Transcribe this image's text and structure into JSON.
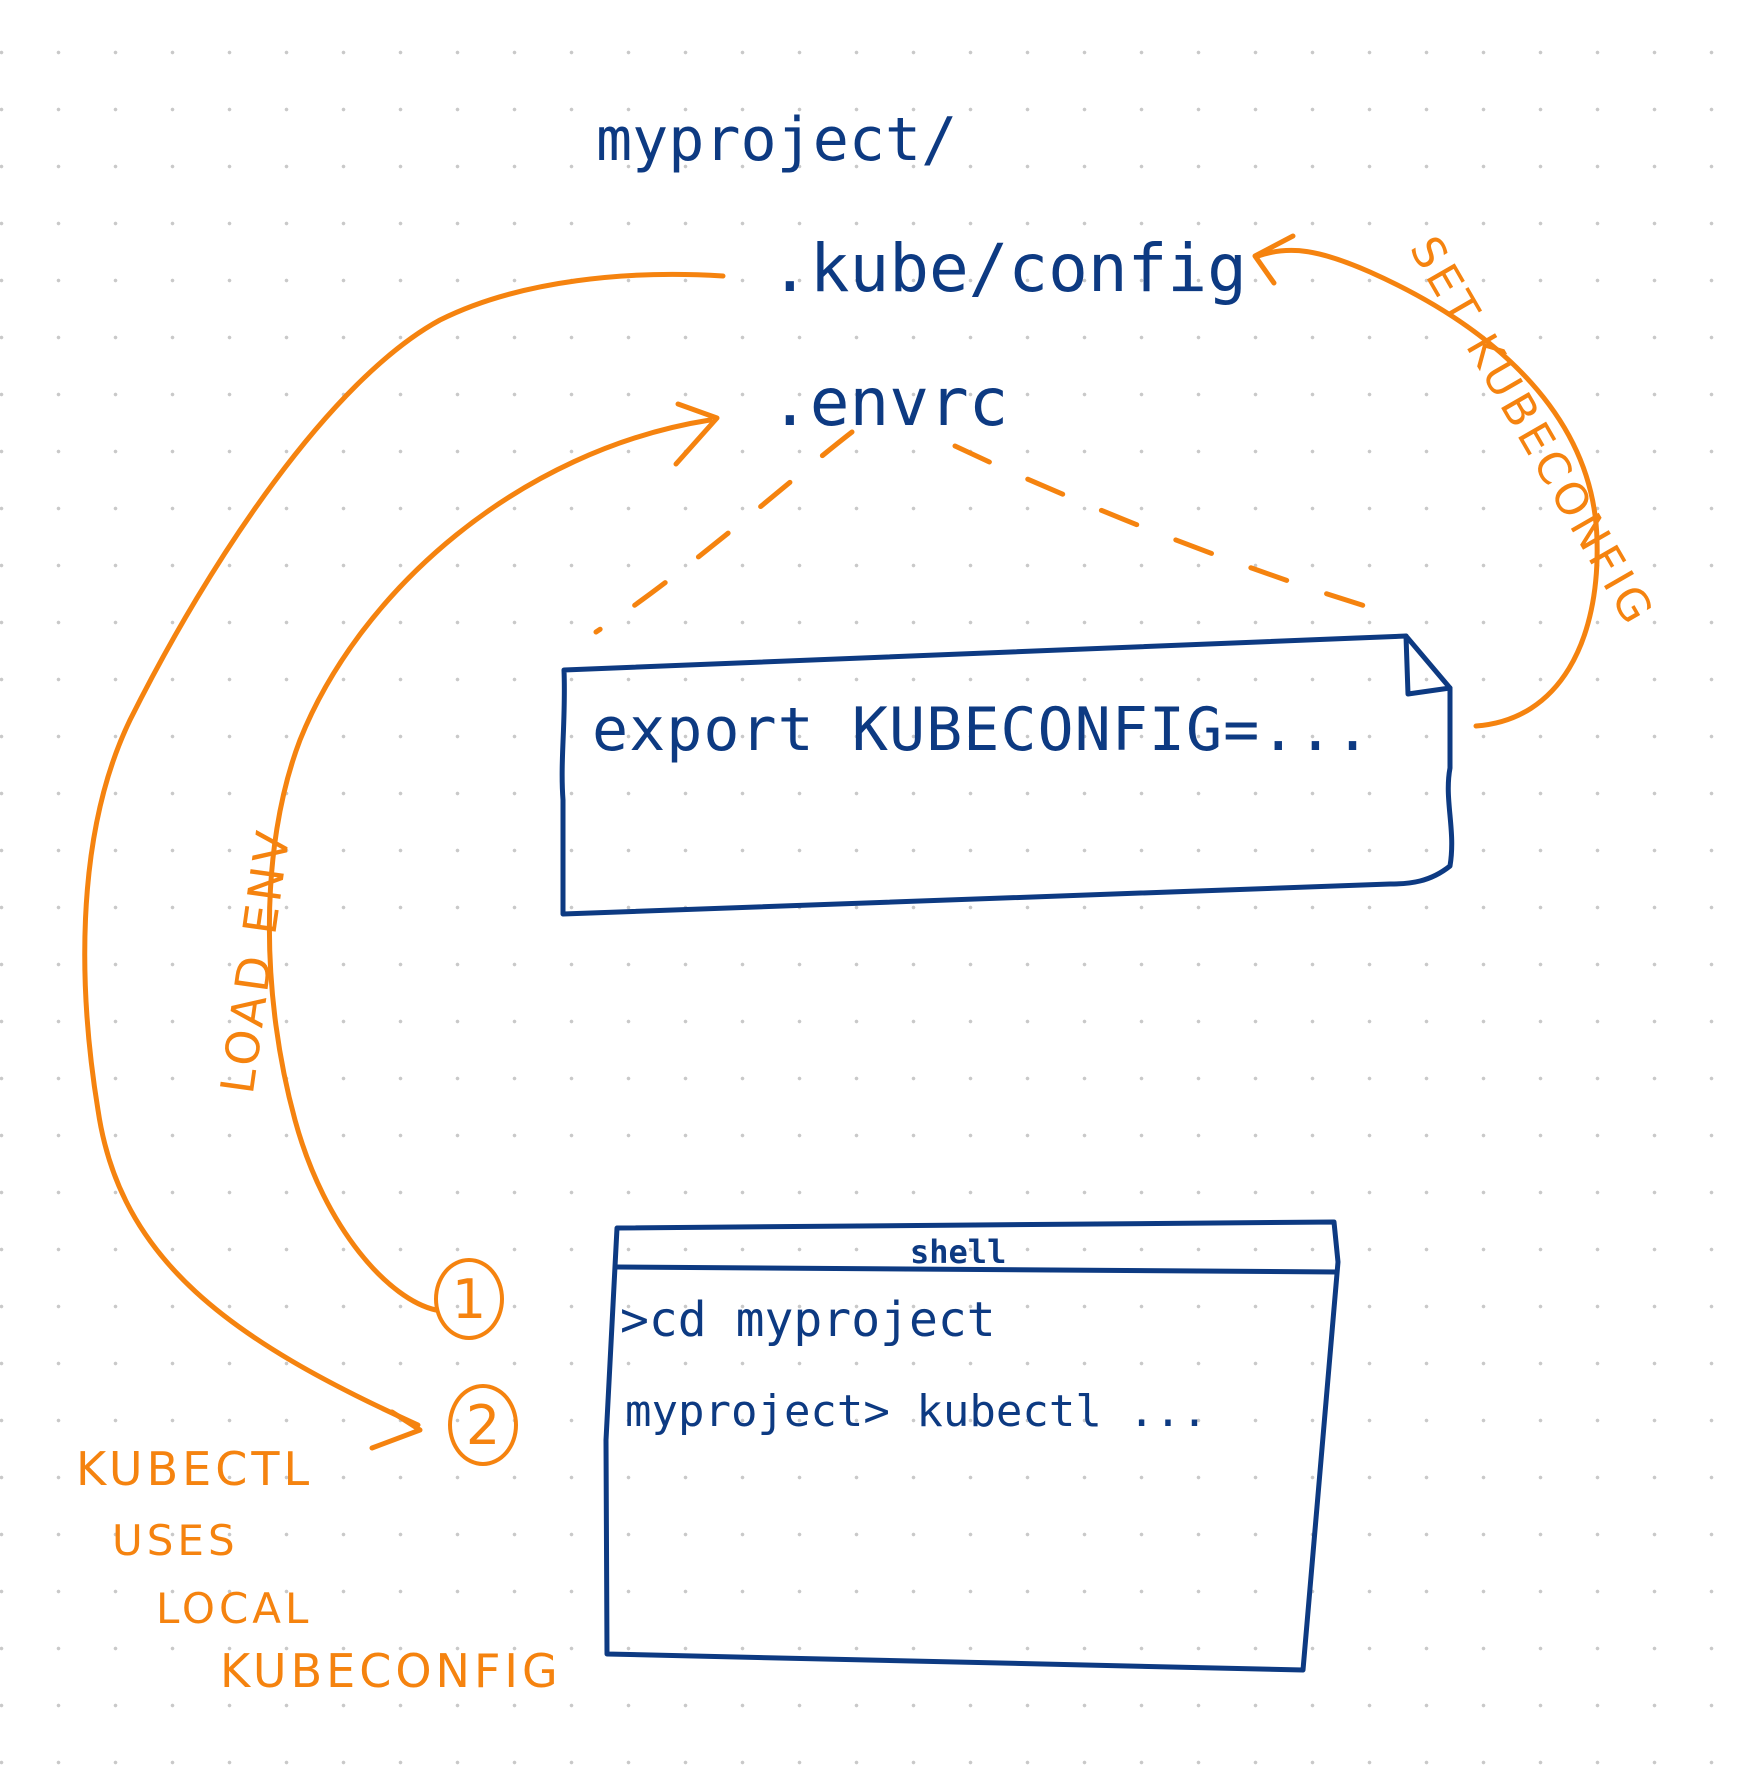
{
  "files": {
    "project_dir": "myproject/",
    "kube_config": ".kube/config",
    "envrc": ".envrc"
  },
  "envrc_file": {
    "content": "export KUBECONFIG=..."
  },
  "shell_window": {
    "title": "shell",
    "lines": [
      ">cd myproject",
      "myproject> kubectl ..."
    ]
  },
  "annotations": {
    "set_kubeconfig": "SET KUBECONFIG",
    "load_env": "LOAD ENV",
    "step_1": "1",
    "step_2": "2",
    "kubectl_note": [
      "KUBECTL",
      "USES",
      "LOCAL",
      "KUBECONFIG"
    ]
  },
  "colors": {
    "ink_blue": "#0d3a82",
    "ink_orange": "#f5830f"
  }
}
